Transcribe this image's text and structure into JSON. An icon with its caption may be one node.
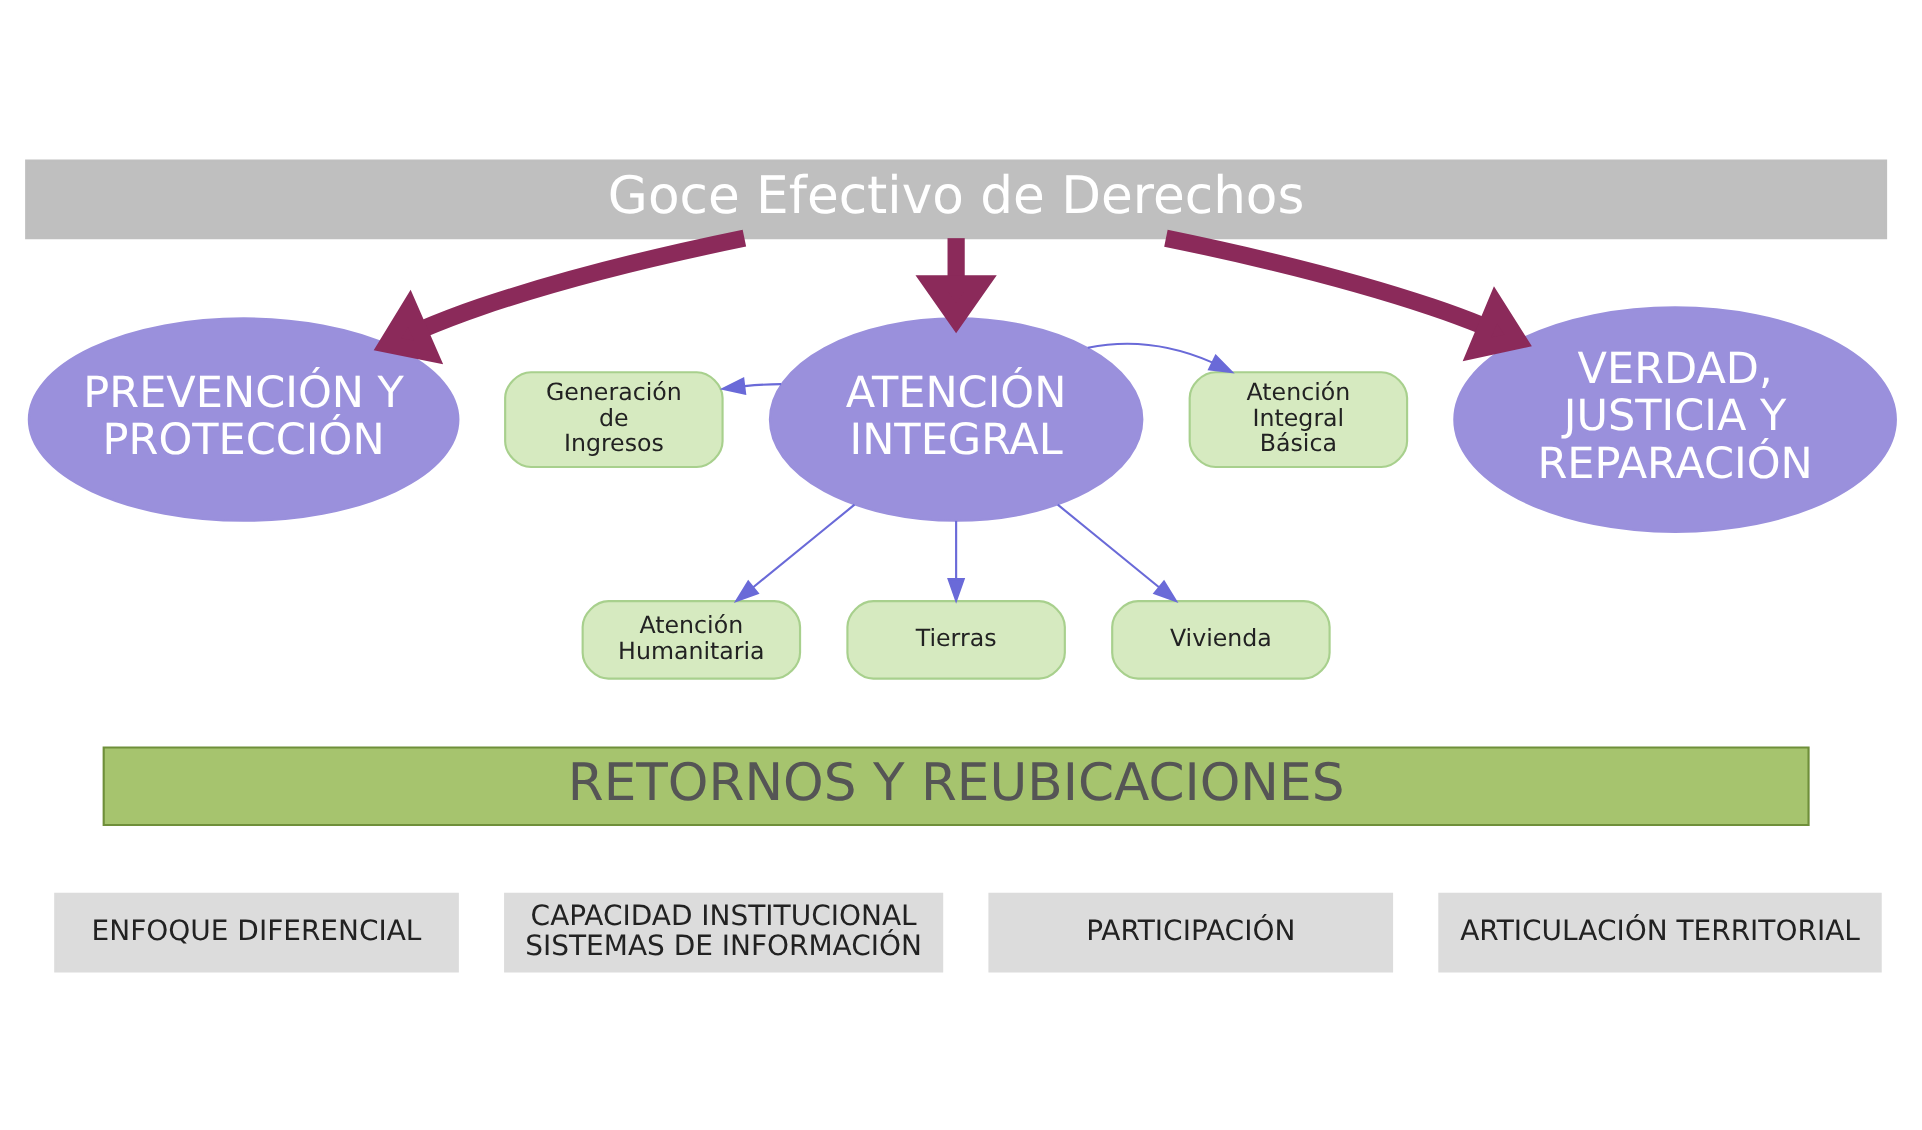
{
  "diagram": {
    "nodes": [
      {
        "text": [
          "Goce Efectivo de Derechos"
        ]
      },
      {
        "text": [
          "PREVENCIÓN Y PROTECCIÓN"
        ]
      },
      {
        "text": [
          "ATENCIÓN INTEGRAL"
        ]
      },
      {
        "text": [
          "Atención Humanitaria"
        ]
      },
      {
        "text": [
          "Generación de Ingresos"
        ]
      },
      {
        "text": [
          "Atención Integral Básica"
        ]
      },
      {
        "text": [
          "Tierras"
        ]
      },
      {
        "text": [
          "Vivienda"
        ]
      },
      {
        "text": [
          "VERDAD, JUSTICIA Y REPARACIÓN"
        ]
      },
      {
        "text": [
          "RETORNOS Y REUBICACIONES"
        ]
      },
      {
        "text": [
          "ENFOQUE DIFERENCIAL"
        ]
      },
      {
        "text": [
          "CAPACIDAD INSTITUCIONAL SISTEMAS DE INFORMACIÓN"
        ]
      },
      {
        "text": [
          "PARTICIPACIÓN"
        ]
      },
      {
        "text": [
          "ARTICULACIÓN TERRITORIAL"
        ]
      }
    ],
    "edges": [
      {
        "from": 0,
        "to": 1,
        "arrow": "to",
        "style": "thick",
        "color": "#8b2a5a"
      },
      {
        "from": 0,
        "to": 2,
        "arrow": "to",
        "style": "thick",
        "color": "#8b2a5a"
      },
      {
        "from": 0,
        "to": 8,
        "arrow": "to",
        "style": "thick",
        "color": "#8b2a5a"
      },
      {
        "from": 2,
        "to": 3,
        "arrow": "to"
      },
      {
        "from": 2,
        "to": 4,
        "arrow": "to"
      },
      {
        "from": 2,
        "to": 5,
        "arrow": "to"
      },
      {
        "from": 2,
        "to": 6,
        "arrow": "to"
      },
      {
        "from": 2,
        "to": 7,
        "arrow": "to"
      }
    ]
  }
}
